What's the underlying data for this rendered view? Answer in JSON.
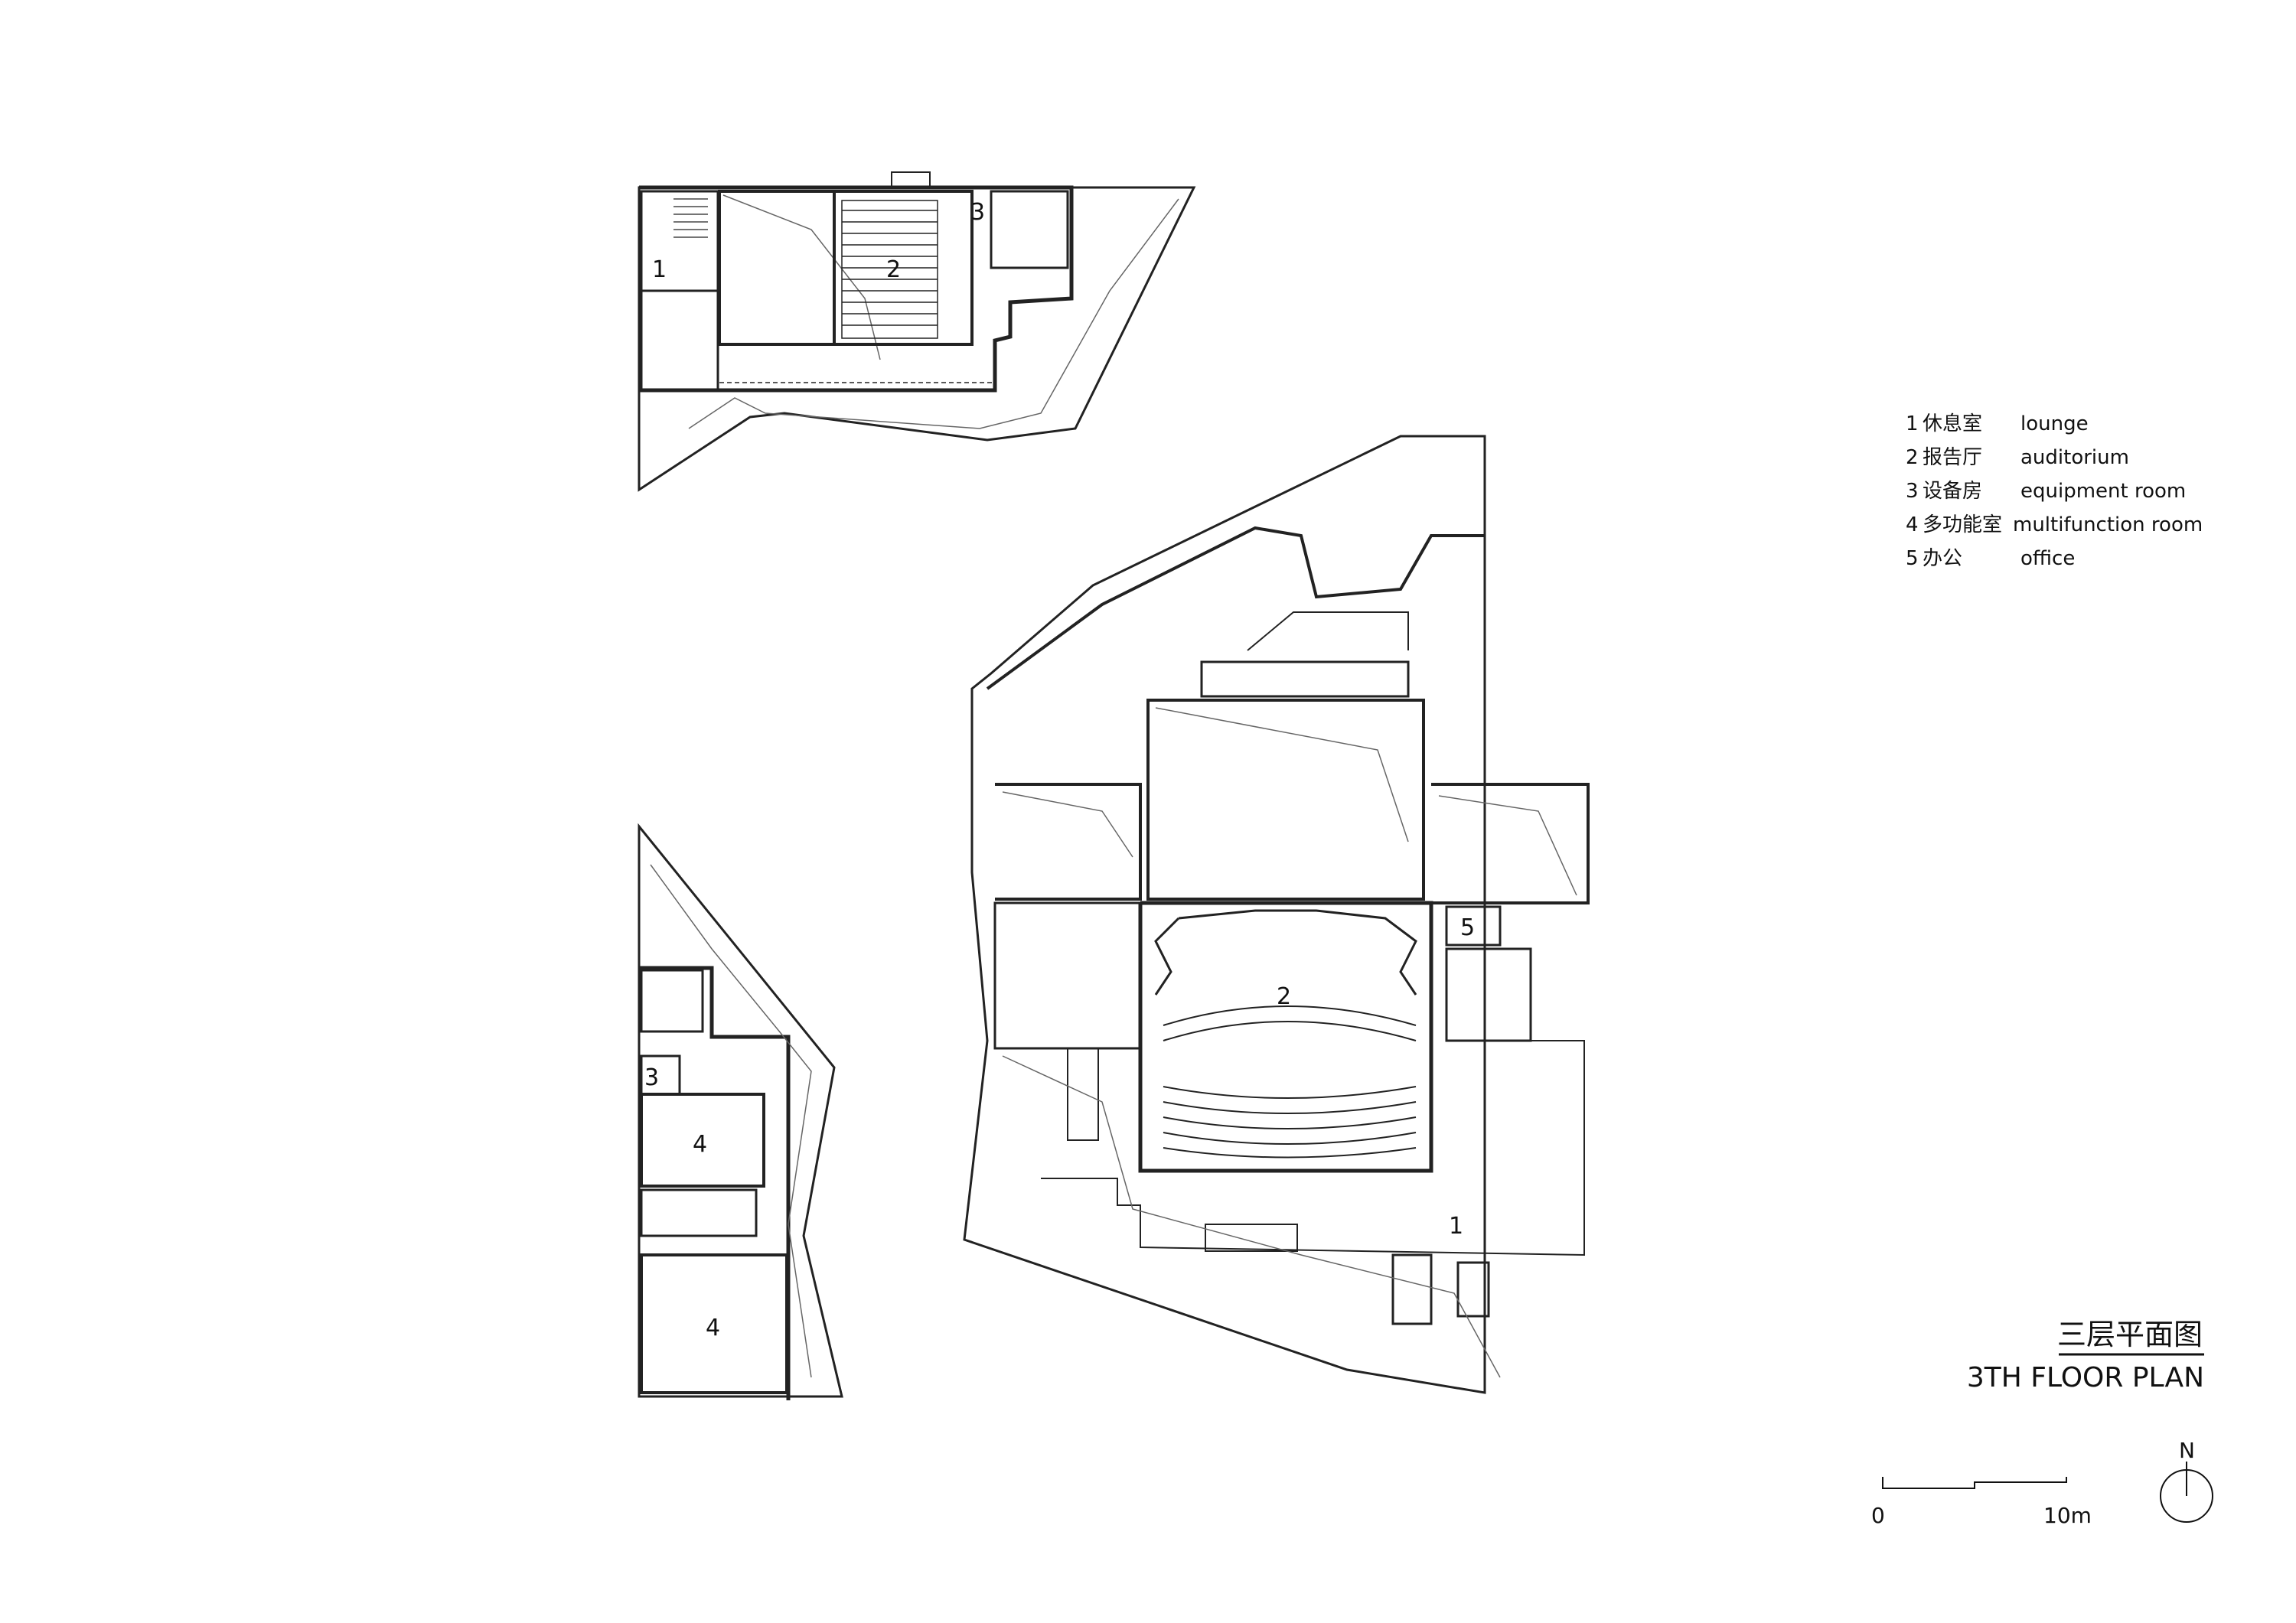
{
  "legend": {
    "items": [
      {
        "num": "1",
        "cn": "休息室",
        "en": "lounge"
      },
      {
        "num": "2",
        "cn": "报告厅",
        "en": "auditorium"
      },
      {
        "num": "3",
        "cn": "设备房",
        "en": "equipment room"
      },
      {
        "num": "4",
        "cn": "多功能室",
        "en": "multifunction room"
      },
      {
        "num": "5",
        "cn": "办公",
        "en": "office"
      }
    ]
  },
  "title": {
    "cn": "三层平面图",
    "en": "3TH FLOOR PLAN"
  },
  "scale": {
    "start": "0",
    "end": "10m"
  },
  "north": {
    "label": "N"
  },
  "rooms": {
    "top": [
      "1",
      "2",
      "3"
    ],
    "left": [
      "3",
      "4",
      "4"
    ],
    "main": [
      "2",
      "5",
      "1"
    ]
  }
}
